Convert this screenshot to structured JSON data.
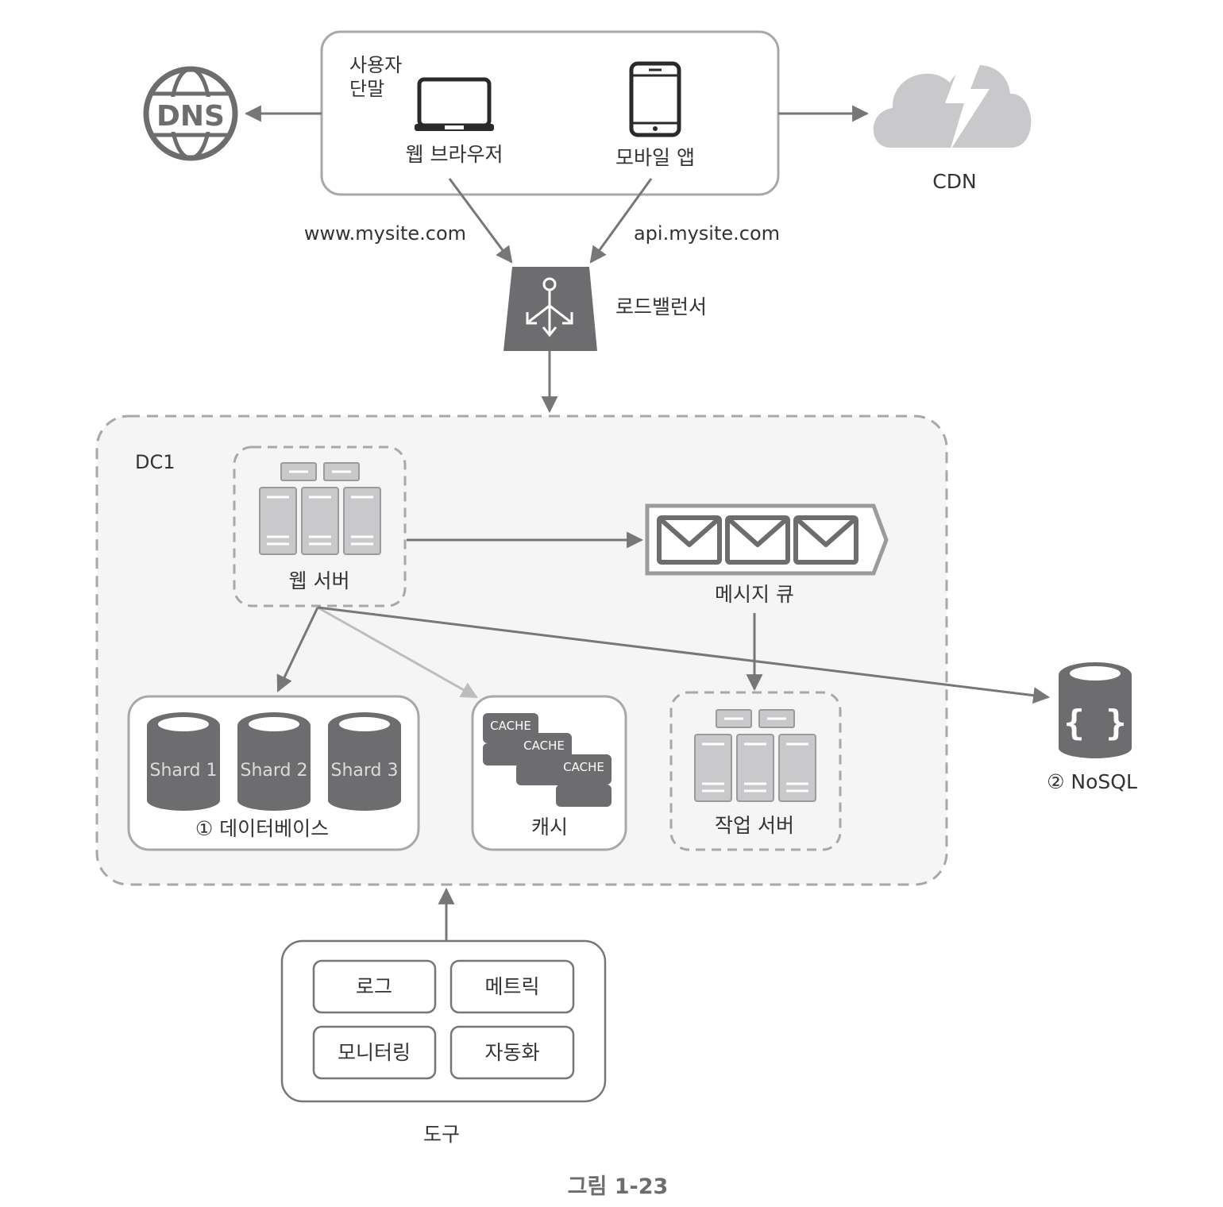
{
  "client": {
    "group_label_line1": "사용자",
    "group_label_line2": "단말",
    "web_browser_label": "웹 브라우저",
    "mobile_app_label": "모바일 앱"
  },
  "dns": {
    "label": "DNS"
  },
  "cdn": {
    "label": "CDN"
  },
  "routes": {
    "web_domain": "www.mysite.com",
    "api_domain": "api.mysite.com"
  },
  "load_balancer": {
    "label": "로드밸런서"
  },
  "datacenter": {
    "label": "DC1",
    "web_server_label": "웹 서버",
    "message_queue_label": "메시지 큐",
    "database": {
      "label": "① 데이터베이스",
      "shards": [
        "Shard 1",
        "Shard 2",
        "Shard 3"
      ]
    },
    "cache": {
      "label": "캐시",
      "tiles": [
        "CACHE",
        "CACHE",
        "CACHE"
      ]
    },
    "worker_label": "작업 서버"
  },
  "nosql": {
    "label": "② NoSQL",
    "icon_text": "{ }"
  },
  "tools": {
    "label": "도구",
    "items": [
      "로그",
      "메트릭",
      "모니터링",
      "자동화"
    ]
  },
  "caption": "그림 1-23",
  "colors": {
    "icon_dark": "#6d6d6f",
    "icon_mid": "#9b9b9d",
    "icon_light": "#c9c9cb",
    "line": "#777779",
    "box_border": "#a8a8aa",
    "dc_fill": "#f5f5f5"
  }
}
